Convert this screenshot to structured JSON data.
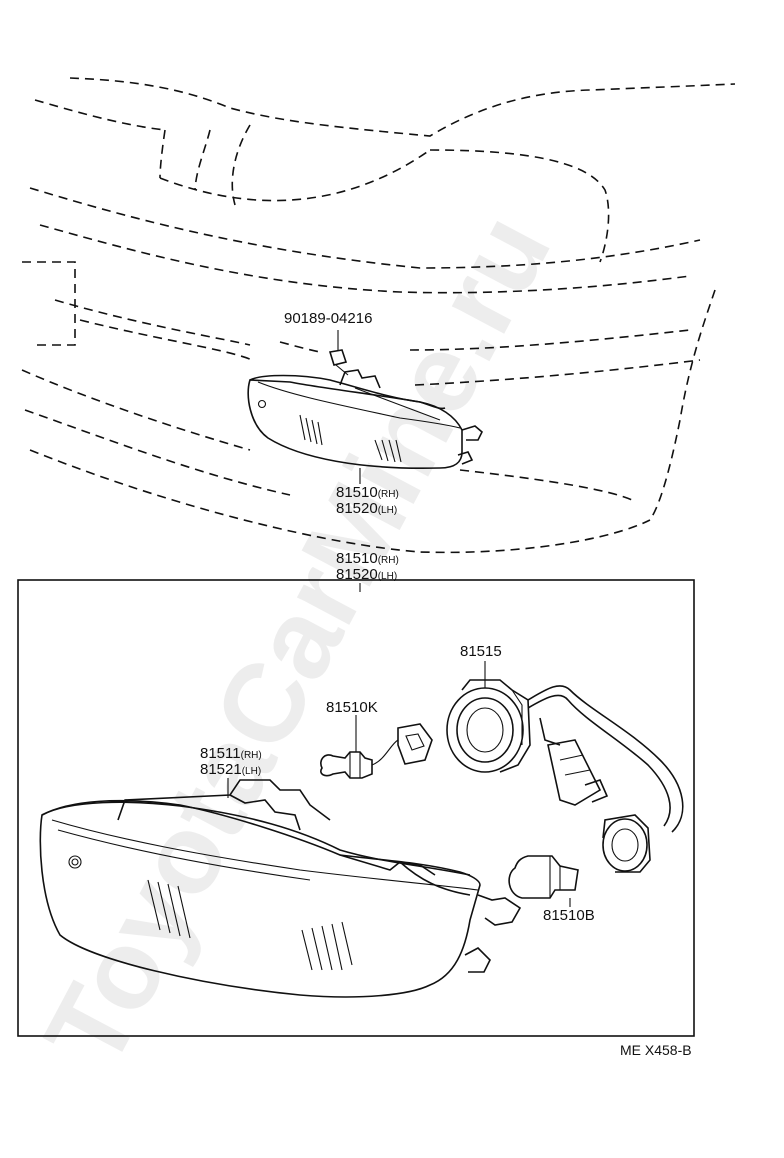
{
  "watermark": "ToyotaCarMine.ru",
  "diagram_code": "ME X458-B",
  "parts": {
    "bolt": {
      "number": "90189-04216"
    },
    "lamp_top": {
      "number_rh": "81510",
      "suffix_rh": "(RH)",
      "number_lh": "81520",
      "suffix_lh": "(LH)"
    },
    "lamp_box": {
      "number_rh": "81510",
      "suffix_rh": "(RH)",
      "number_lh": "81520",
      "suffix_lh": "(LH)"
    },
    "socket": {
      "number": "81515"
    },
    "bulb_small": {
      "number": "81510K"
    },
    "lens": {
      "number_rh": "81511",
      "suffix_rh": "(RH)",
      "number_lh": "81521",
      "suffix_lh": "(LH)"
    },
    "bulb": {
      "number": "81510B"
    }
  }
}
